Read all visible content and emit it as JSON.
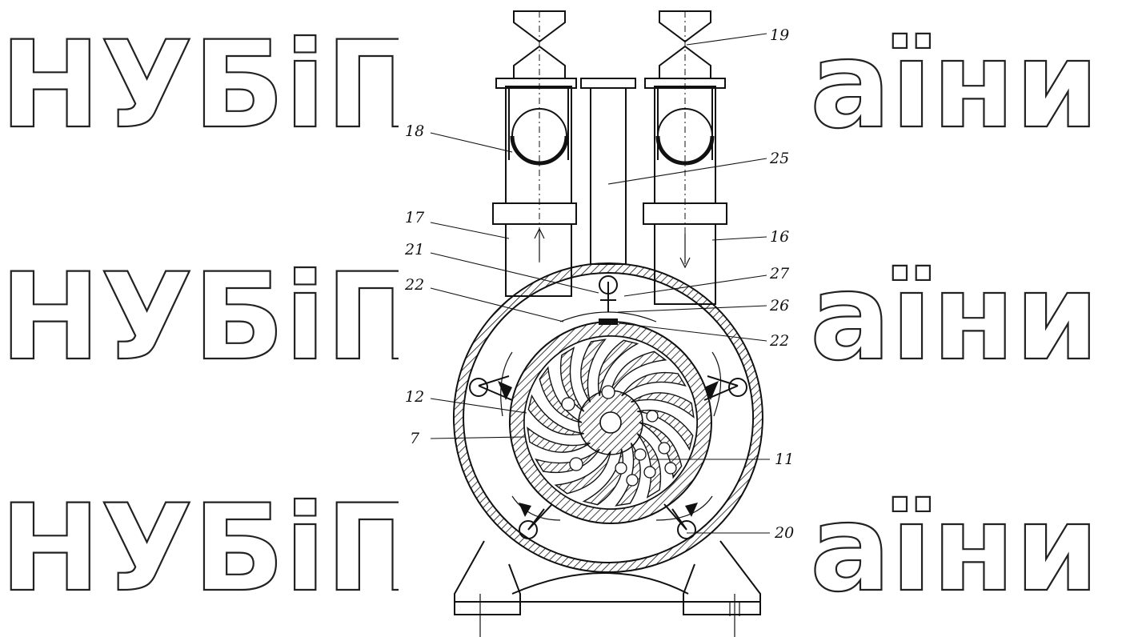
{
  "watermark": {
    "left_text": "НУБіП",
    "right_text": "аїни"
  },
  "callouts": [
    "19",
    "18",
    "25",
    "17",
    "16",
    "21",
    "27",
    "22",
    "26",
    "22",
    "12",
    "7",
    "11",
    "20"
  ],
  "colors": {
    "line": "#111111",
    "watermark_outline": "#222222"
  }
}
